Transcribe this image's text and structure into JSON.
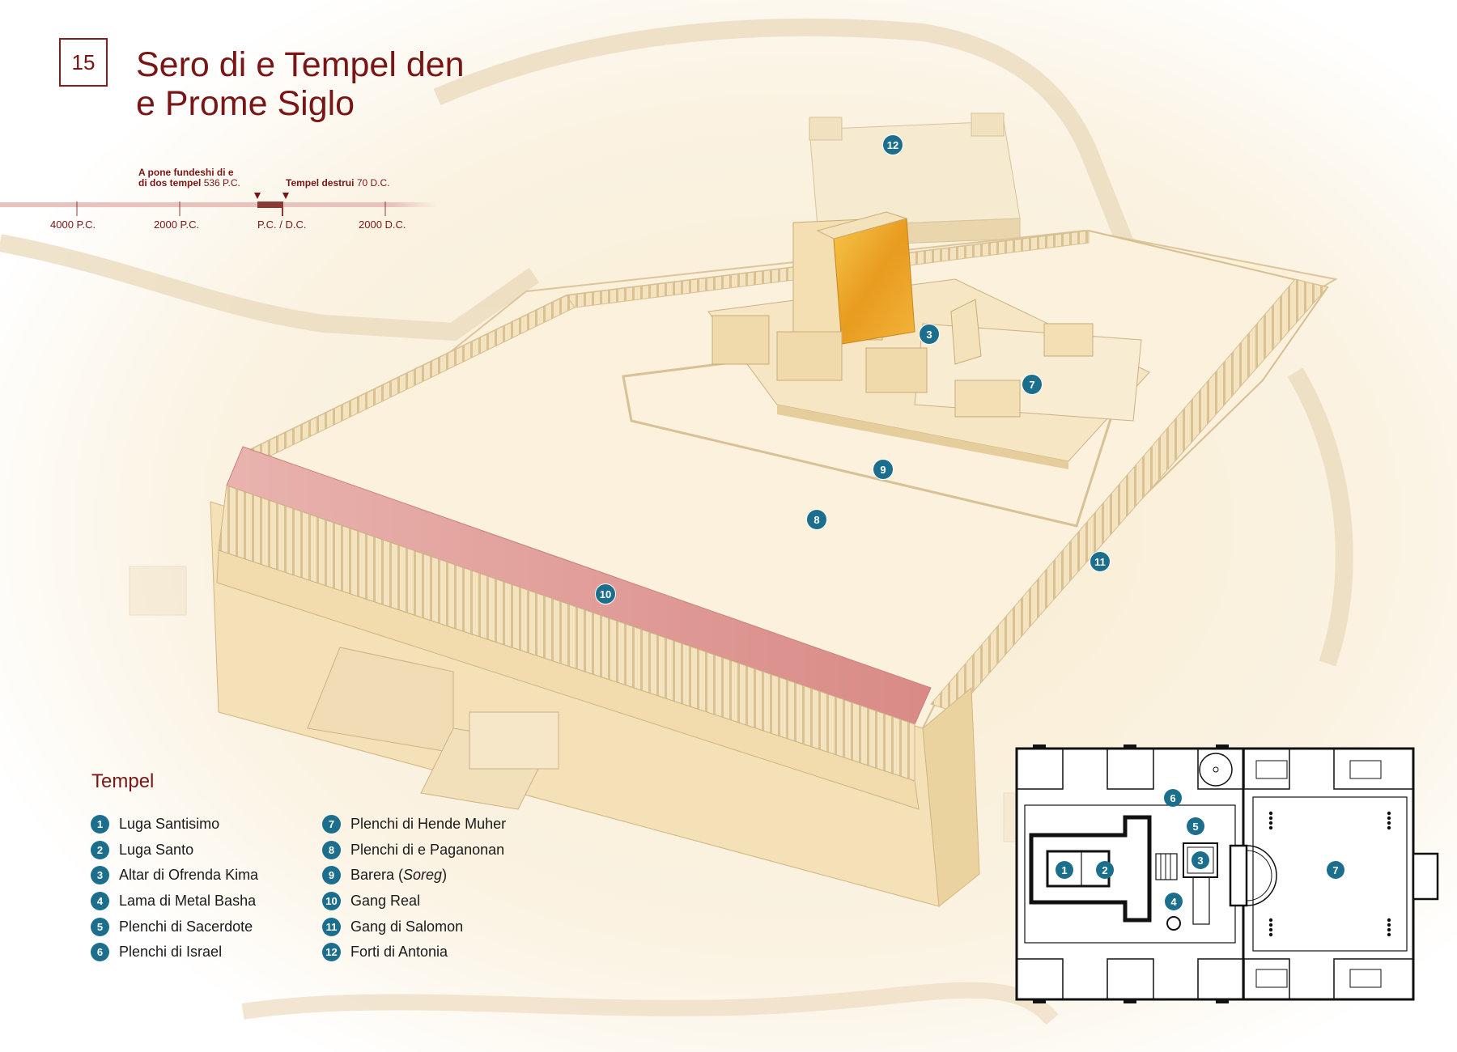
{
  "page_number": "15",
  "title": {
    "line1": "Sero di e Tempel den",
    "line2": "e Prome Siglo"
  },
  "timeline": {
    "event1": {
      "text_line1": "A pone fundeshi di e",
      "text_line2": "di dos tempel",
      "date": "536 P.C."
    },
    "event2": {
      "text": "Tempel destrui",
      "date": "70 D.C."
    },
    "ticks": [
      "4000 P.C.",
      "2000 P.C.",
      "P.C. / D.C.",
      "2000 D.C."
    ]
  },
  "legend": {
    "title": "Tempel",
    "items": [
      {
        "num": "1",
        "label": "Luga Santisimo"
      },
      {
        "num": "2",
        "label": "Luga Santo"
      },
      {
        "num": "3",
        "label": "Altar di Ofrenda Kima"
      },
      {
        "num": "4",
        "label": "Lama di Metal Basha"
      },
      {
        "num": "5",
        "label": "Plenchi di Sacerdote"
      },
      {
        "num": "6",
        "label": "Plenchi di Israel"
      },
      {
        "num": "7",
        "label": "Plenchi di Hende Muher"
      },
      {
        "num": "8",
        "label": "Plenchi di e Paganonan"
      },
      {
        "num": "9",
        "label": "Barera",
        "label_italic": "Soreg"
      },
      {
        "num": "10",
        "label": "Gang Real"
      },
      {
        "num": "11",
        "label": "Gang di Salomon"
      },
      {
        "num": "12",
        "label": "Forti di Antonia"
      }
    ]
  },
  "map_markers": [
    "3",
    "7",
    "8",
    "9",
    "10",
    "11",
    "12"
  ],
  "plan_markers": [
    "1",
    "2",
    "3",
    "4",
    "5",
    "6",
    "7"
  ],
  "colors": {
    "accent": "#7a1515",
    "marker": "#1c6f8c",
    "gold": "#e8a52a",
    "roof": "#e3a2a0",
    "stone": "#f3e4c2"
  }
}
